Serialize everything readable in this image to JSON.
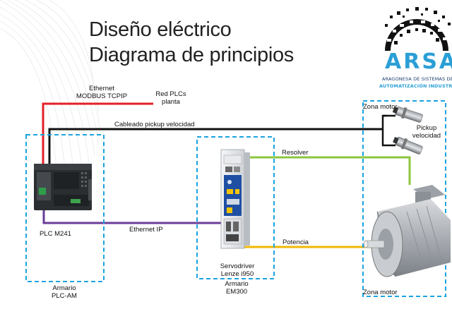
{
  "title": {
    "line1": "Diseño eléctrico",
    "line2": "Diagrama de principios"
  },
  "logo": {
    "name": "ARSAI",
    "subtitle_line1": "ARAGONESA DE SISTEMAS DE",
    "subtitle_line2": "AUTOMATIZACIÓN INDUSTRIAL",
    "color": "#2a9fd6"
  },
  "labels": {
    "ethernet_modbus_line1": "Ethernet",
    "ethernet_modbus_line2": "MODBUS TCPIP",
    "red_plcs_line1": "Red PLCs",
    "red_plcs_line2": "planta",
    "cableado_pickup": "Cableado pickup velocidad",
    "pickup_line1": "Pickup",
    "pickup_line2": "velocidad",
    "resolver": "Resolver",
    "plc": "PLC M241",
    "ethernet_ip": "Ethernet IP",
    "potencia": "Potencia",
    "servodriver_line1": "Servodriver",
    "servodriver_line2": "Lenze i950",
    "armario_em300_line1": "Armario",
    "armario_em300_line2": "EM300",
    "armario_plc_line1": "Armario",
    "armario_plc_line2": "PLC-AM",
    "zona_motor_top": "Zona motor",
    "zona_motor_bottom": "Zona motor"
  },
  "colors": {
    "ethernet_red": "#e32026",
    "pickup_black": "#111111",
    "resolver_green": "#8cc63f",
    "ethernet_ip_purple": "#6a3d9a",
    "potencia_yellow": "#f2b705",
    "zone_dash_blue": "#1ba3e0"
  }
}
